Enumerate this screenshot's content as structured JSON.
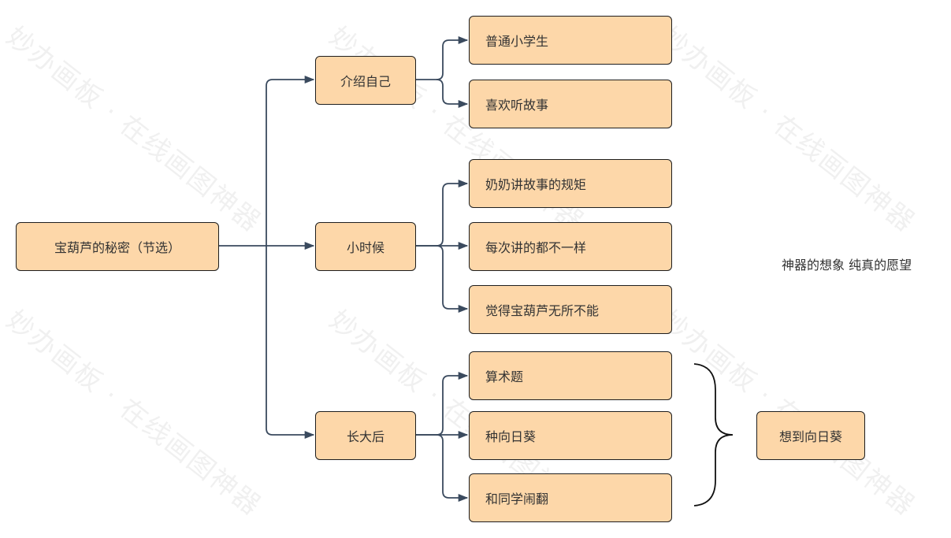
{
  "root": "宝葫芦的秘密（节选）",
  "branches": [
    {
      "label": "介绍自己",
      "children": [
        "普通小学生",
        "喜欢听故事"
      ]
    },
    {
      "label": "小时候",
      "children": [
        "奶奶讲故事的规矩",
        "每次讲的都不一样",
        "觉得宝葫芦无所不能"
      ]
    },
    {
      "label": "长大后",
      "children": [
        "算术题",
        "种向日葵",
        "和同学闹翻"
      ]
    }
  ],
  "summary": "想到向日葵",
  "note": "神器的想象 纯真的愿望",
  "watermark": "妙办画板 · 在线画图神器",
  "colors": {
    "node_fill": "#fdd7a9",
    "line": "#3a4a5e"
  }
}
